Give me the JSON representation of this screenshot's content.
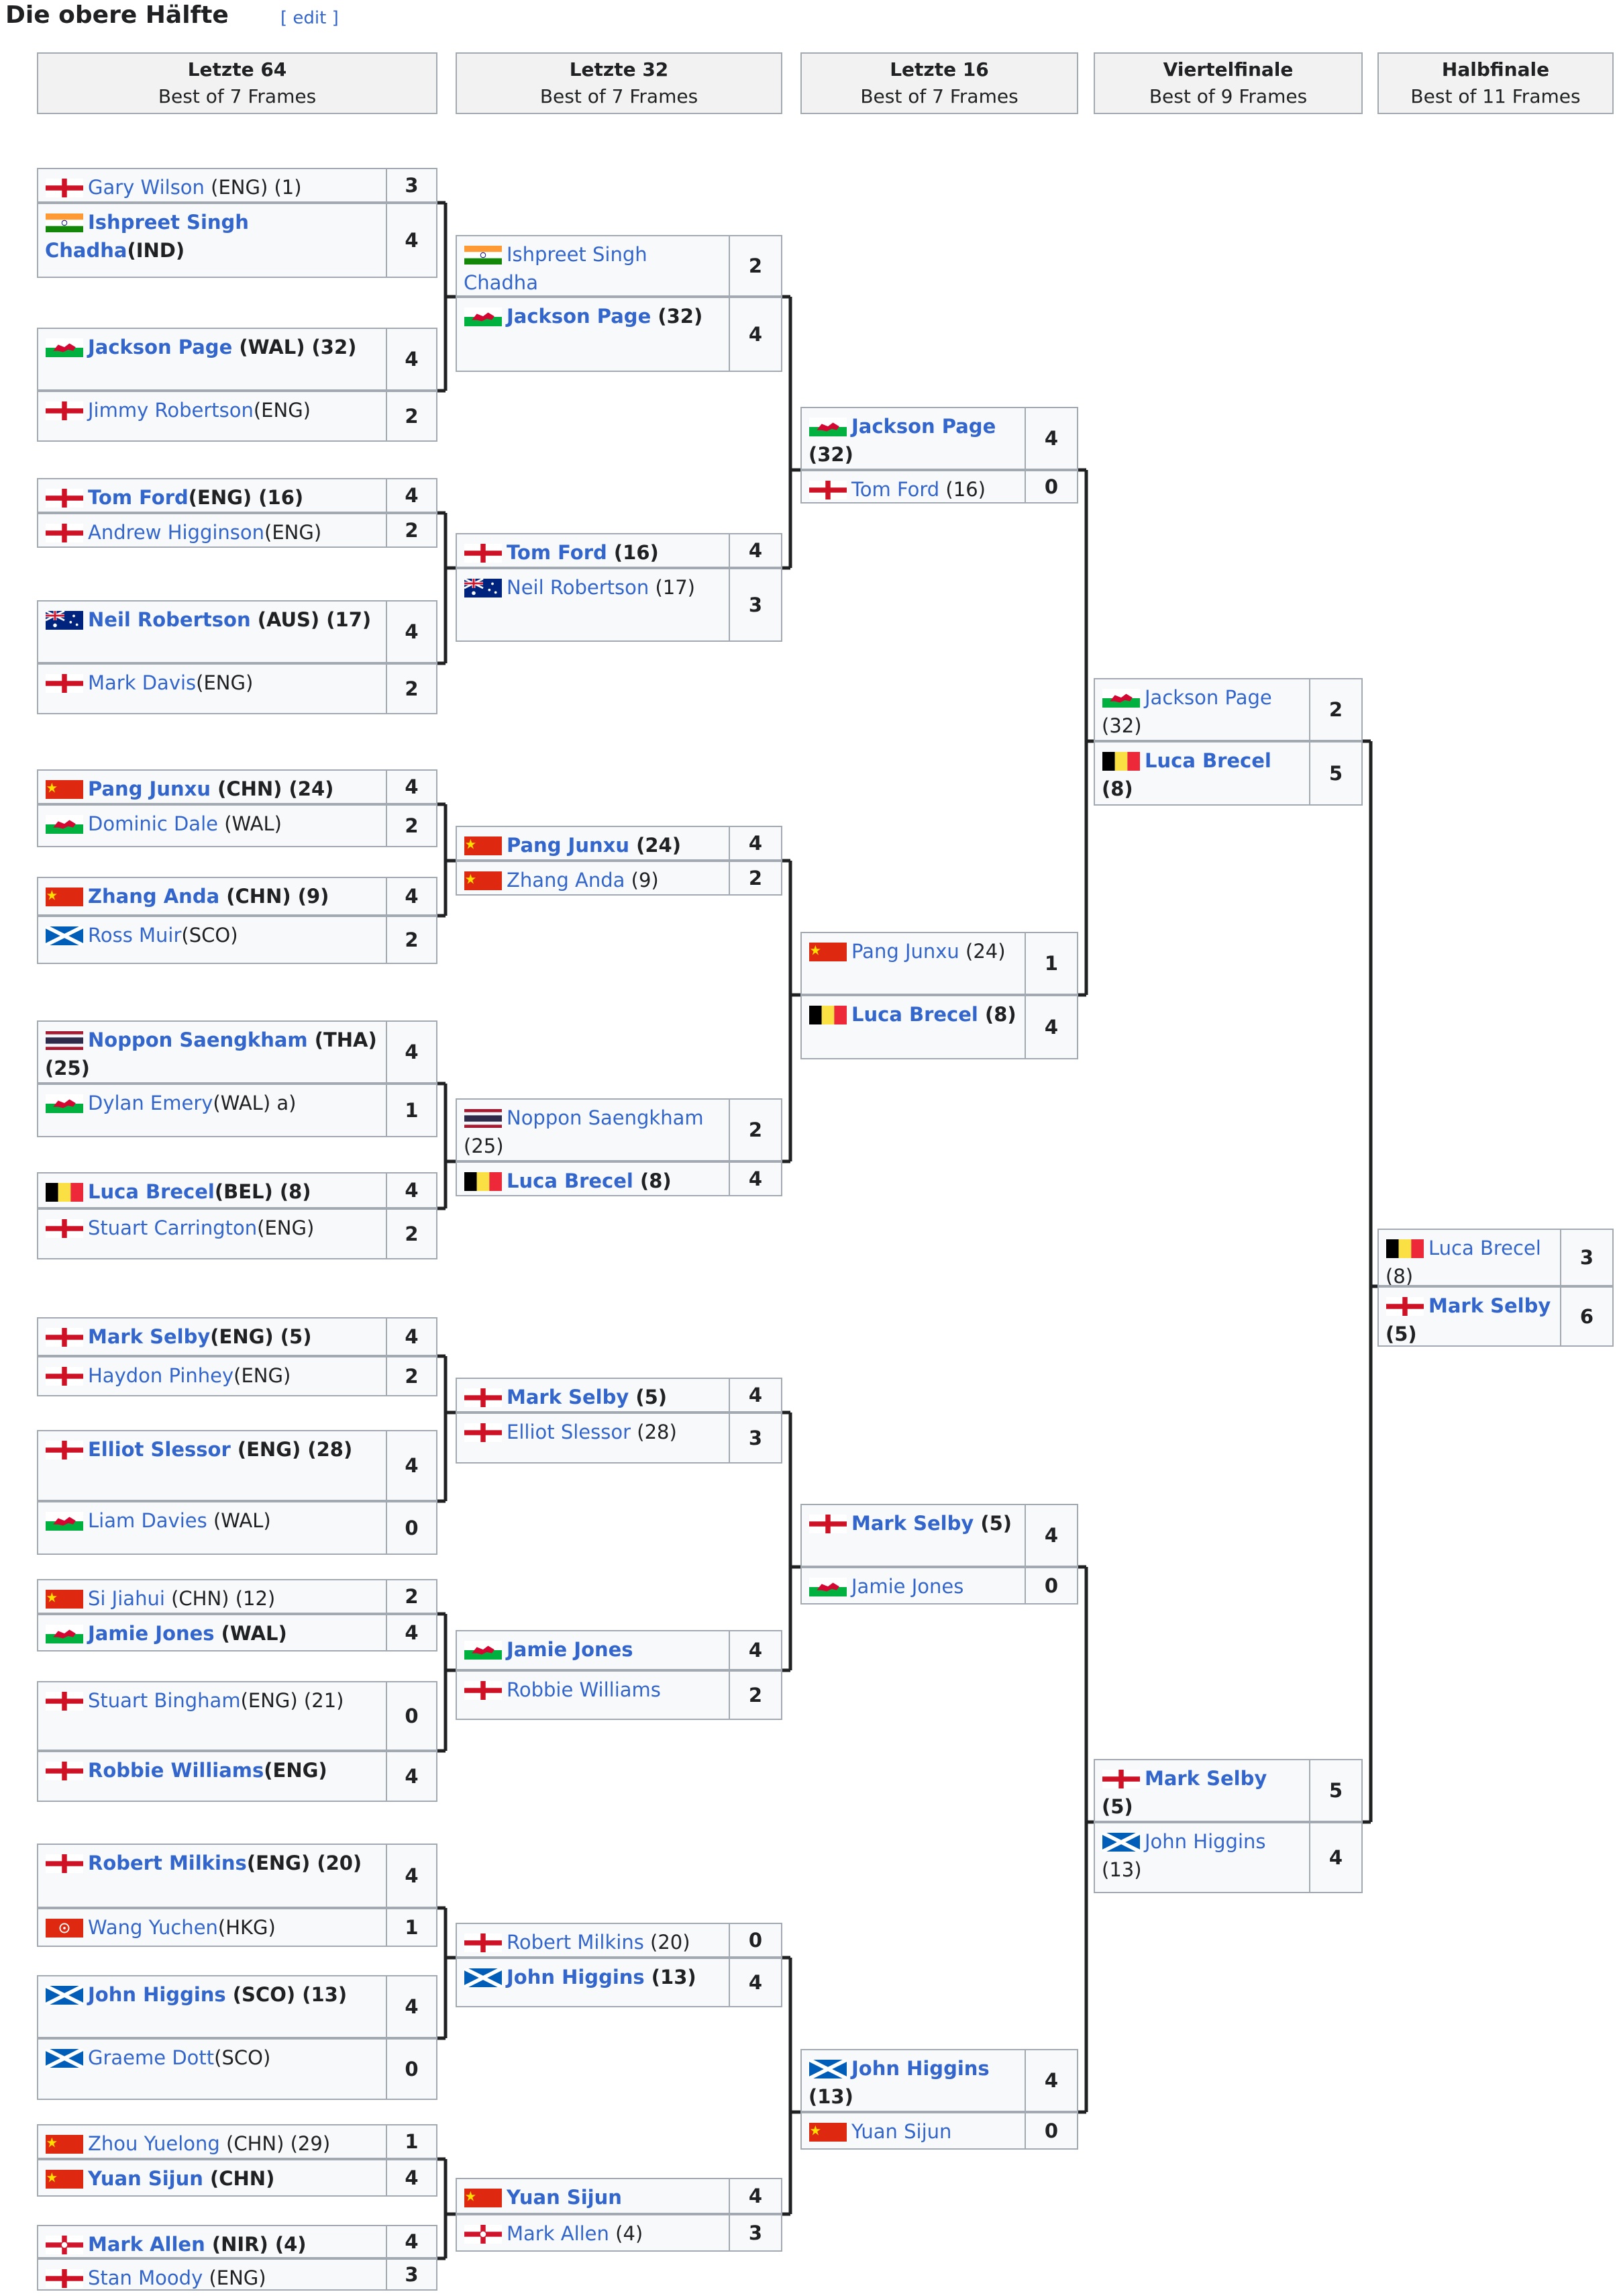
{
  "section": {
    "title": "Die obere Hälfte",
    "edit": "[ edit ]"
  },
  "rounds": [
    {
      "name": "Letzte 64",
      "format": "Best of 7 Frames"
    },
    {
      "name": "Letzte 32",
      "format": "Best of 7 Frames"
    },
    {
      "name": "Letzte 16",
      "format": "Best of 7 Frames"
    },
    {
      "name": "Viertelfinale",
      "format": "Best of 9 Frames"
    },
    {
      "name": "Halbfinale",
      "format": "Best of 11 Frames"
    }
  ],
  "matches": [
    {
      "id": "r1m1",
      "round": 0,
      "players": [
        {
          "flag": "eng",
          "name": "Gary Wilson",
          "extra": " (ENG) (1)",
          "score": "3",
          "win": false
        },
        {
          "flag": "ind",
          "name": "Ishpreet Singh Chadha",
          "extra": "(IND)",
          "score": "4",
          "win": true
        }
      ]
    },
    {
      "id": "r1m2",
      "round": 0,
      "players": [
        {
          "flag": "wal",
          "name": "Jackson Page",
          "extra": " (WAL) (32)",
          "score": "4",
          "win": true
        },
        {
          "flag": "eng",
          "name": "Jimmy Robertson",
          "extra": "(ENG)",
          "score": "2",
          "win": false
        }
      ]
    },
    {
      "id": "r1m3",
      "round": 0,
      "players": [
        {
          "flag": "eng",
          "name": "Tom Ford",
          "extra": "(ENG) (16)",
          "score": "4",
          "win": true
        },
        {
          "flag": "eng",
          "name": "Andrew Higginson",
          "extra": "(ENG)",
          "score": "2",
          "win": false
        }
      ]
    },
    {
      "id": "r1m4",
      "round": 0,
      "players": [
        {
          "flag": "aus",
          "name": "Neil Robertson",
          "extra": " (AUS) (17)",
          "score": "4",
          "win": true
        },
        {
          "flag": "eng",
          "name": "Mark Davis",
          "extra": "(ENG)",
          "score": "2",
          "win": false
        }
      ]
    },
    {
      "id": "r1m5",
      "round": 0,
      "players": [
        {
          "flag": "chn",
          "name": "Pang Junxu",
          "extra": " (CHN) (24)",
          "score": "4",
          "win": true
        },
        {
          "flag": "wal",
          "name": "Dominic Dale",
          "extra": " (WAL)",
          "score": "2",
          "win": false
        }
      ]
    },
    {
      "id": "r1m6",
      "round": 0,
      "players": [
        {
          "flag": "chn",
          "name": "Zhang Anda",
          "extra": " (CHN) (9)",
          "score": "4",
          "win": true
        },
        {
          "flag": "sco",
          "name": "Ross Muir",
          "extra": "(SCO)",
          "score": "2",
          "win": false
        }
      ]
    },
    {
      "id": "r1m7",
      "round": 0,
      "players": [
        {
          "flag": "tha",
          "name": "Noppon Saengkham",
          "extra": " (THA) (25)",
          "score": "4",
          "win": true
        },
        {
          "flag": "wal",
          "name": "Dylan Emery",
          "extra": "(WAL) a)",
          "score": "1",
          "win": false
        }
      ]
    },
    {
      "id": "r1m8",
      "round": 0,
      "players": [
        {
          "flag": "bel",
          "name": "Luca Brecel",
          "extra": "(BEL) (8)",
          "score": "4",
          "win": true
        },
        {
          "flag": "eng",
          "name": "Stuart Carrington",
          "extra": "(ENG)",
          "score": "2",
          "win": false
        }
      ]
    },
    {
      "id": "r1m9",
      "round": 0,
      "players": [
        {
          "flag": "eng",
          "name": "Mark Selby",
          "extra": "(ENG) (5)",
          "score": "4",
          "win": true
        },
        {
          "flag": "eng",
          "name": "Haydon Pinhey",
          "extra": "(ENG)",
          "score": "2",
          "win": false
        }
      ]
    },
    {
      "id": "r1m10",
      "round": 0,
      "players": [
        {
          "flag": "eng",
          "name": "Elliot Slessor",
          "extra": " (ENG) (28)",
          "score": "4",
          "win": true
        },
        {
          "flag": "wal",
          "name": "Liam Davies",
          "extra": " (WAL)",
          "score": "0",
          "win": false
        }
      ]
    },
    {
      "id": "r1m11",
      "round": 0,
      "players": [
        {
          "flag": "chn",
          "name": "Si Jiahui",
          "extra": " (CHN) (12)",
          "score": "2",
          "win": false
        },
        {
          "flag": "wal",
          "name": "Jamie Jones",
          "extra": " (WAL)",
          "score": "4",
          "win": true
        }
      ]
    },
    {
      "id": "r1m12",
      "round": 0,
      "players": [
        {
          "flag": "eng",
          "name": "Stuart Bingham",
          "extra": "(ENG) (21)",
          "score": "0",
          "win": false
        },
        {
          "flag": "eng",
          "name": "Robbie Williams",
          "extra": "(ENG)",
          "score": "4",
          "win": true
        }
      ]
    },
    {
      "id": "r1m13",
      "round": 0,
      "players": [
        {
          "flag": "eng",
          "name": "Robert Milkins",
          "extra": "(ENG) (20)",
          "score": "4",
          "win": true
        },
        {
          "flag": "hkg",
          "name": "Wang Yuchen",
          "extra": "(HKG)",
          "score": "1",
          "win": false
        }
      ]
    },
    {
      "id": "r1m14",
      "round": 0,
      "players": [
        {
          "flag": "sco",
          "name": "John Higgins",
          "extra": " (SCO) (13)",
          "score": "4",
          "win": true
        },
        {
          "flag": "sco",
          "name": "Graeme Dott",
          "extra": "(SCO)",
          "score": "0",
          "win": false
        }
      ]
    },
    {
      "id": "r1m15",
      "round": 0,
      "players": [
        {
          "flag": "chn",
          "name": "Zhou Yuelong",
          "extra": " (CHN) (29)",
          "score": "1",
          "win": false
        },
        {
          "flag": "chn",
          "name": "Yuan Sijun",
          "extra": " (CHN)",
          "score": "4",
          "win": true
        }
      ]
    },
    {
      "id": "r1m16",
      "round": 0,
      "players": [
        {
          "flag": "nir",
          "name": "Mark Allen",
          "extra": " (NIR) (4)",
          "score": "4",
          "win": true
        },
        {
          "flag": "eng",
          "name": "Stan Moody",
          "extra": " (ENG)",
          "score": "3",
          "win": false
        }
      ]
    },
    {
      "id": "r2m1",
      "round": 1,
      "players": [
        {
          "flag": "ind",
          "name": "Ishpreet Singh Chadha",
          "extra": "",
          "score": "2",
          "win": false
        },
        {
          "flag": "wal",
          "name": "Jackson Page",
          "extra": " (32)",
          "score": "4",
          "win": true
        }
      ]
    },
    {
      "id": "r2m2",
      "round": 1,
      "players": [
        {
          "flag": "eng",
          "name": "Tom Ford",
          "extra": " (16)",
          "score": "4",
          "win": true
        },
        {
          "flag": "aus",
          "name": "Neil Robertson",
          "extra": " (17)",
          "score": "3",
          "win": false
        }
      ]
    },
    {
      "id": "r2m3",
      "round": 1,
      "players": [
        {
          "flag": "chn",
          "name": "Pang Junxu",
          "extra": " (24)",
          "score": "4",
          "win": true
        },
        {
          "flag": "chn",
          "name": "Zhang Anda",
          "extra": " (9)",
          "score": "2",
          "win": false
        }
      ]
    },
    {
      "id": "r2m4",
      "round": 1,
      "players": [
        {
          "flag": "tha",
          "name": "Noppon Saengkham",
          "extra": " (25)",
          "score": "2",
          "win": false
        },
        {
          "flag": "bel",
          "name": "Luca Brecel",
          "extra": " (8)",
          "score": "4",
          "win": true
        }
      ]
    },
    {
      "id": "r2m5",
      "round": 1,
      "players": [
        {
          "flag": "eng",
          "name": "Mark Selby",
          "extra": " (5)",
          "score": "4",
          "win": true
        },
        {
          "flag": "eng",
          "name": "Elliot Slessor",
          "extra": " (28)",
          "score": "3",
          "win": false
        }
      ]
    },
    {
      "id": "r2m6",
      "round": 1,
      "players": [
        {
          "flag": "wal",
          "name": "Jamie Jones",
          "extra": "",
          "score": "4",
          "win": true
        },
        {
          "flag": "eng",
          "name": "Robbie Williams",
          "extra": "",
          "score": "2",
          "win": false
        }
      ]
    },
    {
      "id": "r2m7",
      "round": 1,
      "players": [
        {
          "flag": "eng",
          "name": "Robert Milkins",
          "extra": " (20)",
          "score": "0",
          "win": false
        },
        {
          "flag": "sco",
          "name": "John Higgins",
          "extra": " (13)",
          "score": "4",
          "win": true
        }
      ]
    },
    {
      "id": "r2m8",
      "round": 1,
      "players": [
        {
          "flag": "chn",
          "name": "Yuan Sijun",
          "extra": "",
          "score": "4",
          "win": true
        },
        {
          "flag": "nir",
          "name": "Mark Allen",
          "extra": " (4)",
          "score": "3",
          "win": false
        }
      ]
    },
    {
      "id": "r3m1",
      "round": 2,
      "players": [
        {
          "flag": "wal",
          "name": "Jackson Page",
          "extra": " (32)",
          "score": "4",
          "win": true
        },
        {
          "flag": "eng",
          "name": "Tom Ford",
          "extra": " (16)",
          "score": "0",
          "win": false
        }
      ]
    },
    {
      "id": "r3m2",
      "round": 2,
      "players": [
        {
          "flag": "chn",
          "name": "Pang Junxu",
          "extra": " (24)",
          "score": "1",
          "win": false
        },
        {
          "flag": "bel",
          "name": "Luca Brecel",
          "extra": " (8)",
          "score": "4",
          "win": true
        }
      ]
    },
    {
      "id": "r3m3",
      "round": 2,
      "players": [
        {
          "flag": "eng",
          "name": "Mark Selby",
          "extra": " (5)",
          "score": "4",
          "win": true
        },
        {
          "flag": "wal",
          "name": "Jamie Jones",
          "extra": "",
          "score": "0",
          "win": false
        }
      ]
    },
    {
      "id": "r3m4",
      "round": 2,
      "players": [
        {
          "flag": "sco",
          "name": "John Higgins",
          "extra": " (13)",
          "score": "4",
          "win": true
        },
        {
          "flag": "chn",
          "name": "Yuan Sijun",
          "extra": "",
          "score": "0",
          "win": false
        }
      ]
    },
    {
      "id": "r4m1",
      "round": 3,
      "players": [
        {
          "flag": "wal",
          "name": "Jackson Page",
          "extra": " (32)",
          "score": "2",
          "win": false
        },
        {
          "flag": "bel",
          "name": "Luca Brecel",
          "extra": " (8)",
          "score": "5",
          "win": true
        }
      ]
    },
    {
      "id": "r4m2",
      "round": 3,
      "players": [
        {
          "flag": "eng",
          "name": "Mark Selby",
          "extra": " (5)",
          "score": "5",
          "win": true
        },
        {
          "flag": "sco",
          "name": "John Higgins",
          "extra": " (13)",
          "score": "4",
          "win": false
        }
      ]
    },
    {
      "id": "r5m1",
      "round": 4,
      "players": [
        {
          "flag": "bel",
          "name": "Luca Brecel",
          "extra": " (8)",
          "score": "3",
          "win": false
        },
        {
          "flag": "eng",
          "name": "Mark Selby",
          "extra": " (5)",
          "score": "6",
          "win": true
        }
      ]
    }
  ]
}
